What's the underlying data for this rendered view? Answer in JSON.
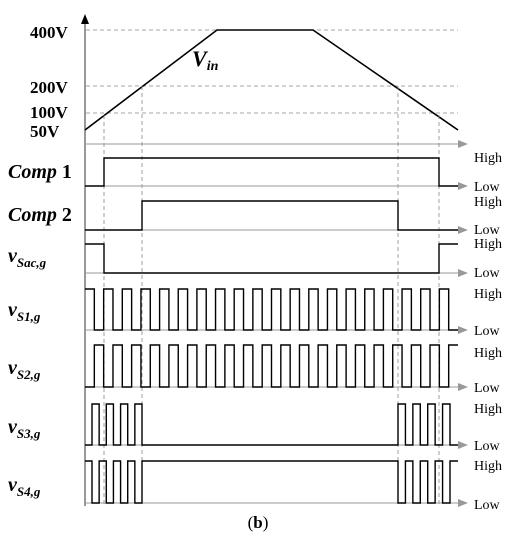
{
  "voltage_axis": {
    "ticks": [
      "400V",
      "200V",
      "100V",
      "50V"
    ],
    "curve_label": "V",
    "curve_label_sub": "in"
  },
  "signals": [
    {
      "id": "comp1",
      "name": "Comp",
      "suffix": " 1",
      "high": "High",
      "low": "Low"
    },
    {
      "id": "comp2",
      "name": "Comp",
      "suffix": " 2",
      "high": "High",
      "low": "Low"
    },
    {
      "id": "vsac",
      "name": "v",
      "sub": "Sac,g",
      "high": "High",
      "low": "Low"
    },
    {
      "id": "vs1",
      "name": "v",
      "sub": "S1,g",
      "high": "High",
      "low": "Low"
    },
    {
      "id": "vs2",
      "name": "v",
      "sub": "S2,g",
      "high": "High",
      "low": "Low"
    },
    {
      "id": "vs3",
      "name": "v",
      "sub": "S3,g",
      "high": "High",
      "low": "Low"
    },
    {
      "id": "vs4",
      "name": "v",
      "sub": "S4,g",
      "high": "High",
      "low": "Low"
    }
  ],
  "caption_open": "(",
  "caption_label": "b",
  "caption_close": ")"
}
